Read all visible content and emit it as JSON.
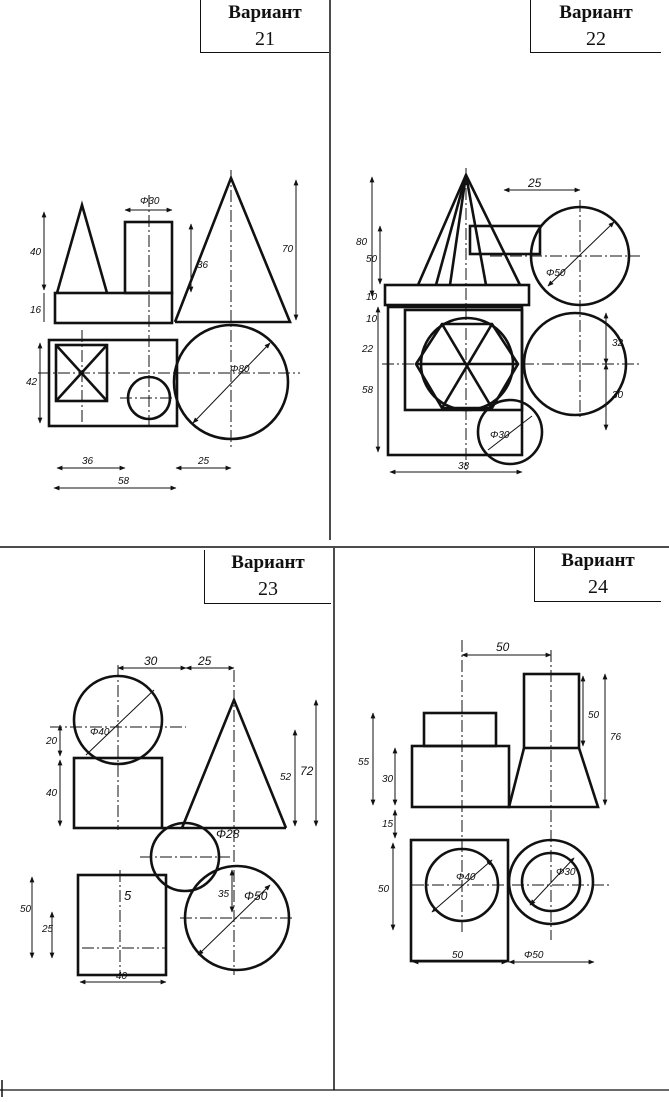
{
  "sheet": {
    "variants": [
      {
        "word": "Вариант",
        "number": "21"
      },
      {
        "word": "Вариант",
        "number": "22"
      },
      {
        "word": "Вариант",
        "number": "23"
      },
      {
        "word": "Вариант",
        "number": "24"
      }
    ]
  },
  "dims": {
    "v21": {
      "d30": "Φ30",
      "h36": "36",
      "h70": "70",
      "h40": "40",
      "h16": "16",
      "h42": "42",
      "w36": "36",
      "w58": "58",
      "w25": "25",
      "d80": "Φ80"
    },
    "v22": {
      "w25": "25",
      "h80": "80",
      "h50": "50",
      "h10": "10",
      "h10b": "10",
      "h22": "22",
      "h58": "58",
      "d50": "Φ50",
      "h32": "32",
      "h30": "30",
      "w38": "38",
      "d30": "Φ30"
    },
    "v23": {
      "w30": "30",
      "w25": "25",
      "d40": "Φ40",
      "h20": "20",
      "h40": "40",
      "h52": "52",
      "h72": "72",
      "d28": "Φ28",
      "h50": "50",
      "h25": "25",
      "w5": "5",
      "h35": "35",
      "d50": "Φ50",
      "w40": "40"
    },
    "v24": {
      "w50": "50",
      "h55": "55",
      "h30": "30",
      "h15": "15",
      "h50": "50",
      "h76": "76",
      "h50b": "50",
      "d40": "Φ40",
      "d30": "Φ30",
      "w50b": "50",
      "d50": "Φ50"
    }
  }
}
